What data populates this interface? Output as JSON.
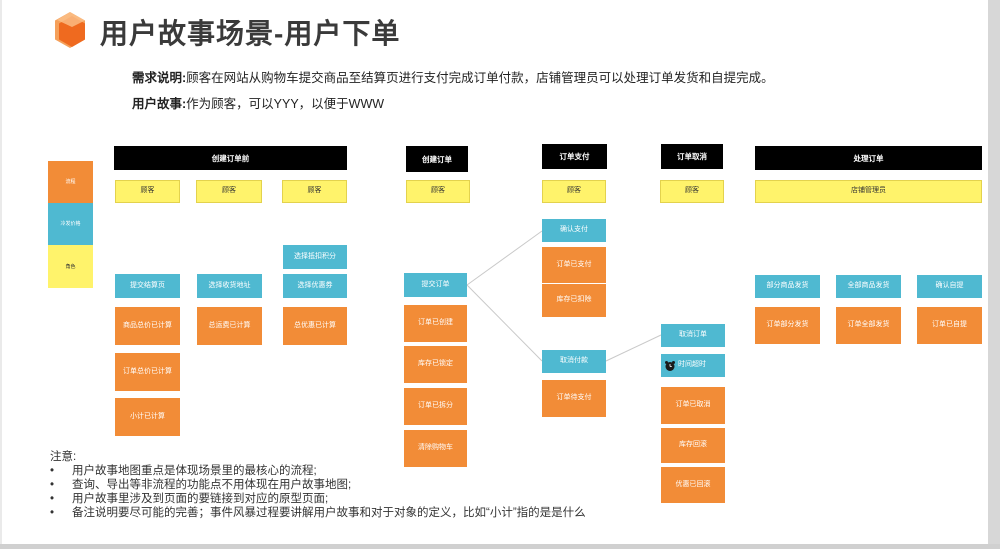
{
  "header": {
    "title": "用户故事场景-用户下单",
    "requirement_label": "需求说明:",
    "requirement_text": "顾客在网站从购物车提交商品至结算页进行支付完成订单付款，店铺管理员可以处理订单发货和自提完成。",
    "story_label": "用户故事:",
    "story_text": "作为顾客，可以YYY，以便于WWW"
  },
  "legend": [
    {
      "label": "流程",
      "color": "#f28c37"
    },
    {
      "label": "冷发价格",
      "color": "#4fb9d1"
    },
    {
      "label": "角色",
      "color": "#fff36b"
    }
  ],
  "phases": {
    "before_order": "创建订单前",
    "create_order": "创建订单",
    "pay": "订单支付",
    "cancel": "订单取消",
    "process": "处理订单"
  },
  "roles": {
    "customer": "顾客",
    "store_admin": "店铺管理员"
  },
  "cards": {
    "submit_checkout": "提交结算页",
    "total_calc": "商品总价已计算",
    "order_total_calc": "订单总价已计算",
    "subtotal_calc": "小计已计算",
    "select_address": "选择收货地址",
    "shipping_calc": "总运费已计算",
    "select_points": "选择抵扣积分",
    "select_coupon": "选择优惠券",
    "discount_calc": "总优惠已计算",
    "submit_order": "提交订单",
    "order_created": "订单已创建",
    "stock_locked": "库存已锁定",
    "order_split": "订单已拆分",
    "clear_cart": "清除购物车",
    "confirm_pay": "确认支付",
    "order_paid": "订单已支付",
    "stock_deducted": "库存已扣除",
    "cancel_pay": "取消付款",
    "order_pending": "订单待支付",
    "cancel_order": "取消订单",
    "timeout": "时间超时",
    "order_cancelled": "订单已取消",
    "stock_restored": "库存回滚",
    "coupon_restored": "优惠已回滚",
    "partial_ship": "部分商品发货",
    "all_ship": "全部商品发货",
    "confirm_pickup": "确认自提",
    "order_partial_shipped": "订单部分发货",
    "order_all_shipped": "订单全部发货",
    "order_picked_up": "订单已自提"
  },
  "notes": {
    "heading": "注意:",
    "items": [
      "用户故事地图重点是体现场景里的最核心的流程;",
      "查询、导出等非流程的功能点不用体现在用户故事地图;",
      "用户故事里涉及到页面的要链接到对应的原型页面;",
      "备注说明要尽可能的完善；事件风暴过程要讲解用户故事和对于对象的定义，比如“小计”指的是是什么"
    ]
  },
  "colors": {
    "accent_orange": "#f28c37",
    "teal": "#4fb9d1",
    "yellow": "#fff36b",
    "header_black": "#000000"
  }
}
